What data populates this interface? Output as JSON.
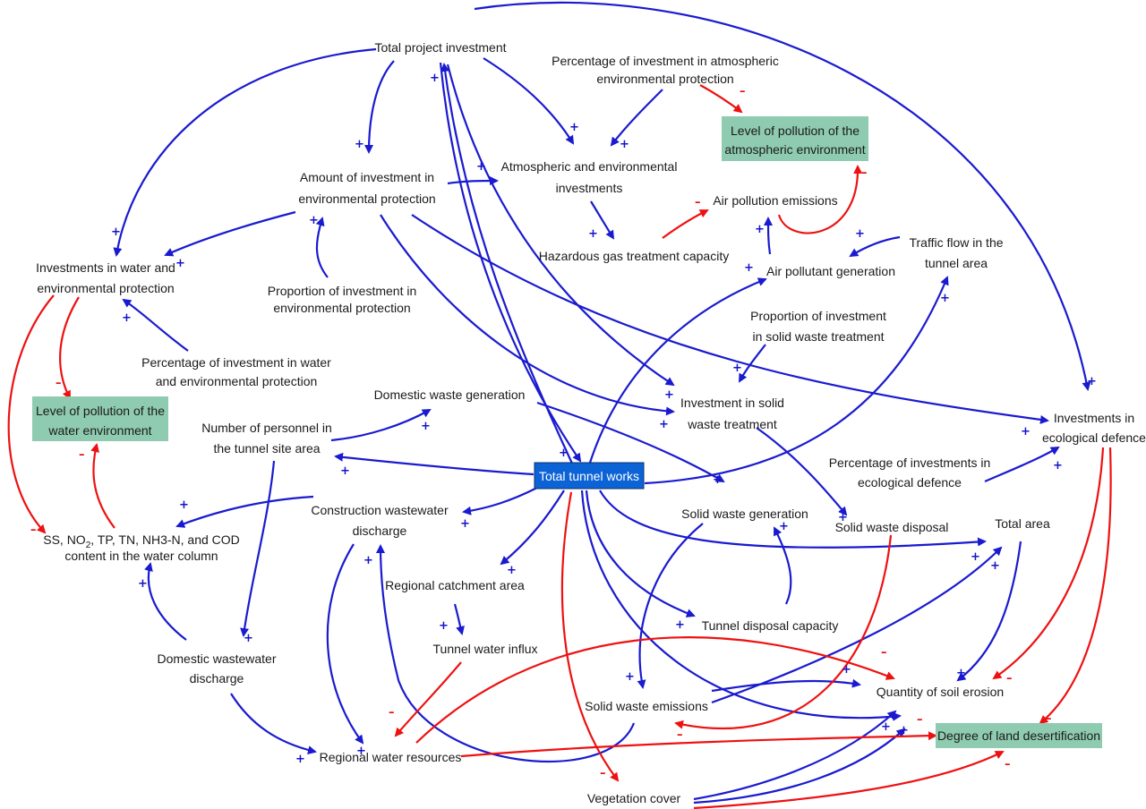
{
  "nodes": {
    "total_project_investment": "Total project investment",
    "pct_atmos_line1": "Percentage of investment in atmospheric",
    "pct_atmos_line2": "environmental protection",
    "level_atmos_line1": "Level of pollution of the",
    "level_atmos_line2": "atmospheric environment",
    "amount_env_line1": "Amount of investment in",
    "amount_env_line2": "environmental protection",
    "atmos_invest_line1": "Atmospheric and environmental",
    "atmos_invest_line2": "investments",
    "air_pollution_emissions": "Air pollution emissions",
    "hazardous_gas": "Hazardous gas treatment capacity",
    "air_pollutant_generation": "Air pollutant generation",
    "traffic_line1": "Traffic flow in the",
    "traffic_line2": "tunnel area",
    "invest_water_line1": "Investments in water and",
    "invest_water_line2": "environmental protection",
    "prop_env_line1": "Proportion of investment in",
    "prop_env_line2": "environmental protection",
    "prop_solid_line1": "Proportion of investment",
    "prop_solid_line2": "in solid waste treatment",
    "pct_water_line1": "Percentage of investment in water",
    "pct_water_line2": "and environmental protection",
    "level_water_line1": "Level of pollution of the",
    "level_water_line2": "water environment",
    "domestic_waste_gen": "Domestic waste generation",
    "invest_solid_line1": "Investment in solid",
    "invest_solid_line2": "waste treatment",
    "invest_eco_line1": "Investments in",
    "invest_eco_line2": "ecological defence",
    "personnel_line1": "Number of personnel in",
    "personnel_line2": "the tunnel site area",
    "total_tunnel_works": "Total tunnel works",
    "pct_eco_line1": "Percentage of investments in",
    "pct_eco_line2": "ecological defence",
    "construction_ww_line1": "Construction wastewater",
    "construction_ww_line2": "discharge",
    "solid_waste_gen": "Solid waste generation",
    "solid_waste_disposal": "Solid waste disposal",
    "total_area": "Total area",
    "ss_line1_a": "SS, NO",
    "ss_line1_sub": "2",
    "ss_line1_b": ", TP, TN, NH3-N, and COD",
    "ss_line2": "content in the water column",
    "regional_catchment": "Regional catchment area",
    "tunnel_disposal": "Tunnel disposal capacity",
    "domestic_ww_line1": "Domestic wastewater",
    "domestic_ww_line2": "discharge",
    "tunnel_water_influx": "Tunnel water influx",
    "solid_waste_emissions": "Solid waste emissions",
    "soil_erosion": "Quantity of soil erosion",
    "regional_water": "Regional water resources",
    "land_desertification": "Degree of land desertification",
    "vegetation_cover": "Vegetation cover"
  },
  "signs": {
    "positive": "+",
    "negative": "–"
  },
  "colors": {
    "positive_link": "#1a1ad0",
    "negative_link": "#ee1111",
    "outcome_box": "#8fcbb0",
    "core_box": "#0b63d6"
  }
}
